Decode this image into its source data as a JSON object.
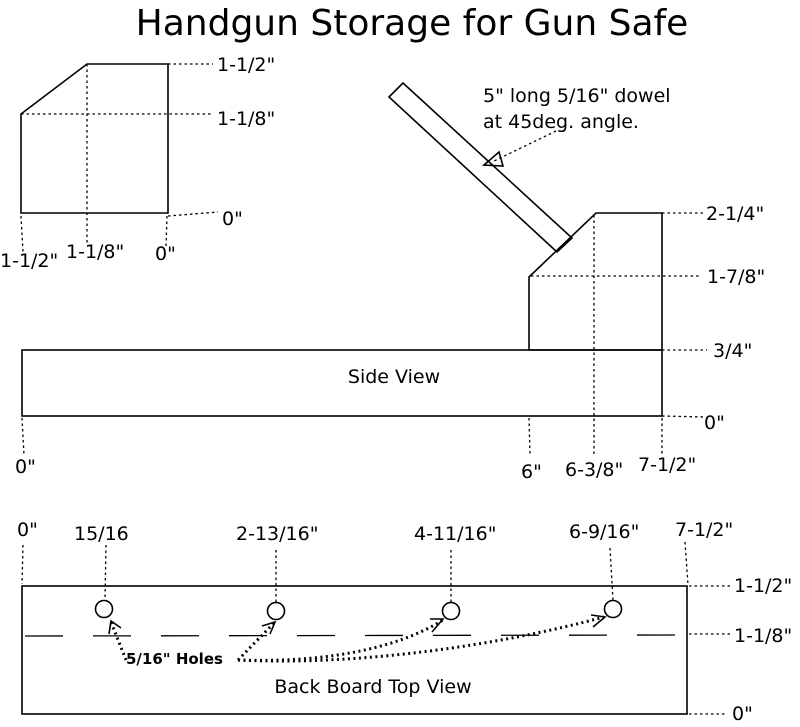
{
  "title": "Handgun Storage for Gun Safe",
  "dowel_note": {
    "line1": "5\" long 5/16\" dowel",
    "line2": "at 45deg. angle."
  },
  "end_profile": {
    "top": "1-1/2\"",
    "chamfer": "1-1/8\"",
    "base_right": "0\"",
    "bottom_left": "1-1/2\"",
    "bottom_mid": "1-1/8\"",
    "bottom_right": "0\""
  },
  "side_view": {
    "label": "Side View",
    "right_top": "2-1/4\"",
    "right_chamfer": "1-7/8\"",
    "right_board_top": "3/4\"",
    "right_bottom": "0\"",
    "bottom_left": "0\"",
    "bottom_6": "6\"",
    "bottom_638": "6-3/8\"",
    "bottom_712": "7-1/2\""
  },
  "back_board": {
    "label": "Back Board Top View",
    "holes_label": "5/16\" Holes",
    "top_0": "0\"",
    "top_1516": "15/16",
    "top_21316": "2-13/16\"",
    "top_41116": "4-11/16\"",
    "top_6916": "6-9/16\"",
    "top_712": "7-1/2\"",
    "right_top": "1-1/2\"",
    "right_mid": "1-1/8\"",
    "right_bottom": "0\""
  }
}
